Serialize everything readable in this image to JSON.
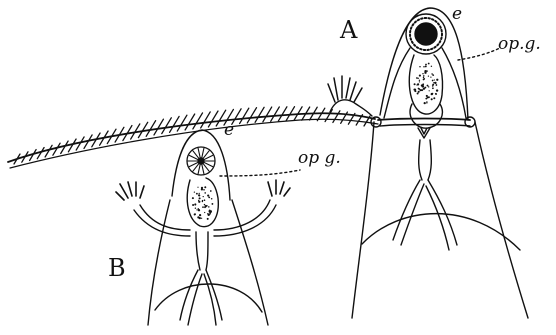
{
  "figure": {
    "labels": {
      "specimen_a": "A",
      "specimen_b": "B",
      "eye_a": "e",
      "eye_b": "e",
      "optic_ganglion_a": "op.g.",
      "optic_ganglion_b": "op g."
    }
  }
}
